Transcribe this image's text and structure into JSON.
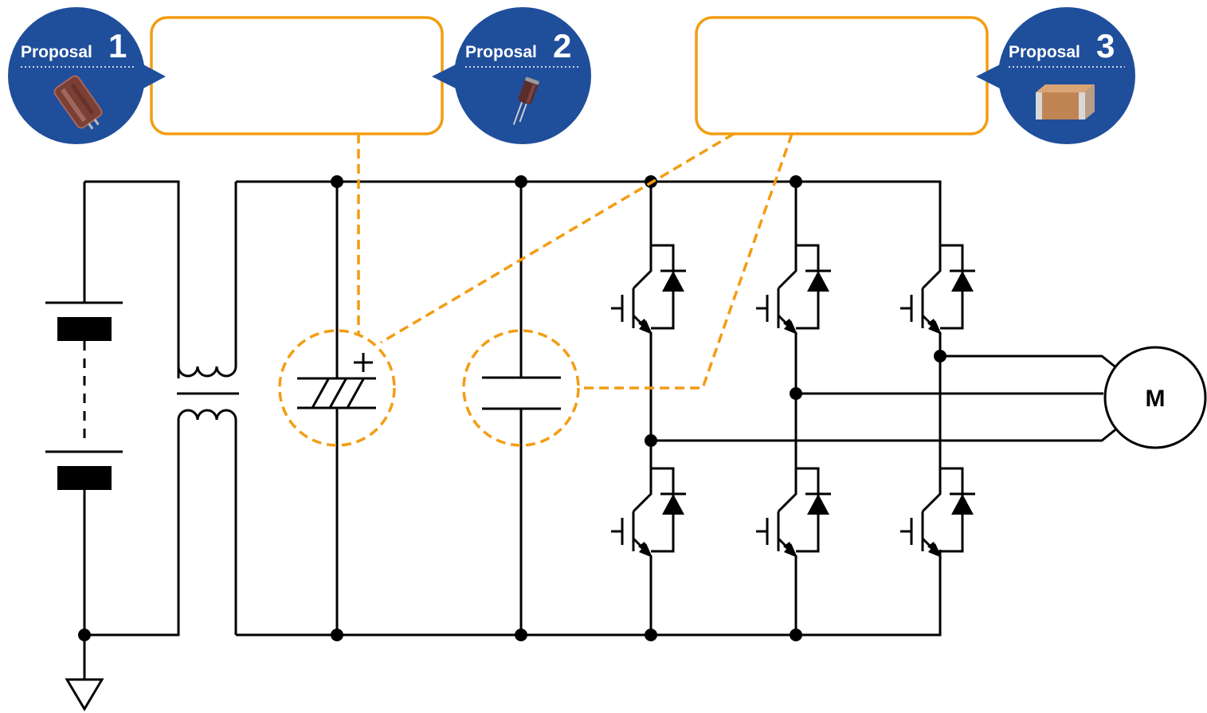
{
  "proposals": [
    {
      "label": "Proposal",
      "number": "1",
      "icon": "snap-in-electrolytic-capacitor-icon"
    },
    {
      "label": "Proposal",
      "number": "2",
      "icon": "radial-electrolytic-capacitor-icon"
    },
    {
      "label": "Proposal",
      "number": "3",
      "icon": "ceramic-chip-capacitor-icon"
    }
  ],
  "motor": {
    "label": "M"
  },
  "colors": {
    "accent": "#f39c12",
    "badge": "#1f4e9b",
    "wire": "#000000"
  }
}
